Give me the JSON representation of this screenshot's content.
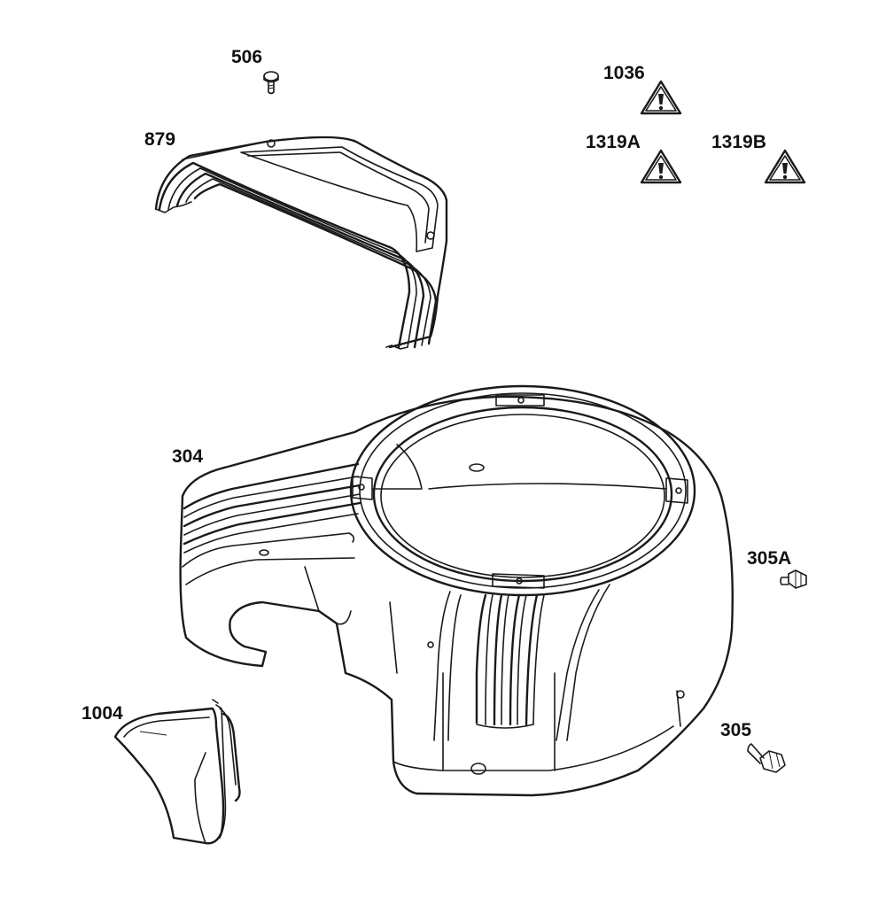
{
  "labels": {
    "p506": "506",
    "p879": "879",
    "p1036": "1036",
    "p1319a": "1319A",
    "p1319b": "1319B",
    "p304": "304",
    "p305a": "305A",
    "p1004": "1004",
    "p305": "305"
  },
  "icons": {
    "warning": "warning-triangle-icon"
  },
  "colors": {
    "line": "#1a1a1a",
    "background": "#ffffff"
  }
}
